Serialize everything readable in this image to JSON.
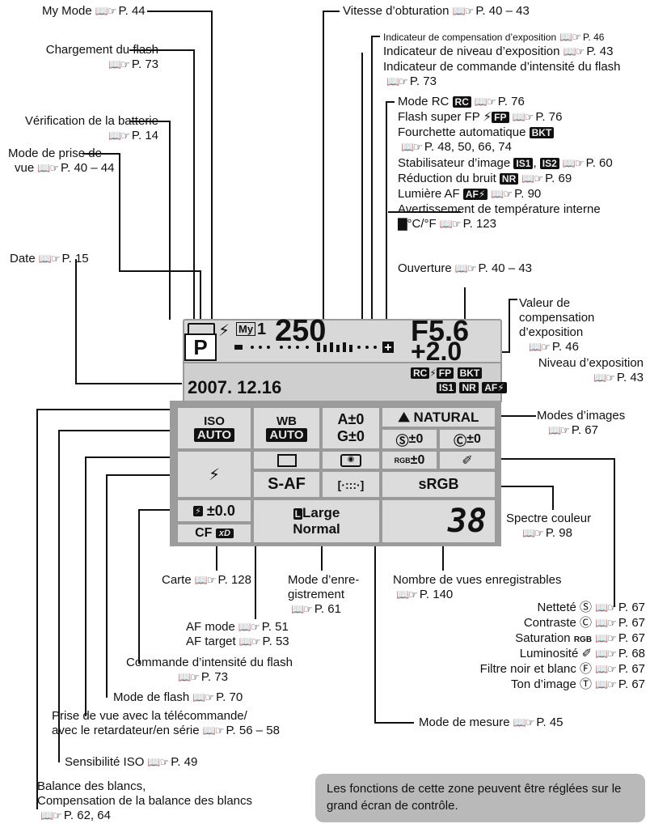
{
  "ref_icon": "📖☞",
  "labels": {
    "my_mode": "My Mode",
    "my_mode_ref": "P. 44",
    "flash_charge": "Chargement du flash",
    "flash_charge_ref": "P. 73",
    "battery": "Vérification de la batterie",
    "battery_ref": "P. 14",
    "shoot_mode_1": "Mode de prise de",
    "shoot_mode_2": "vue",
    "shoot_mode_ref": "P. 40 – 44",
    "date": "Date",
    "date_ref": "P. 15",
    "shutter": "Vitesse d’obturation",
    "shutter_ref": "P. 40 – 43",
    "exp_comp_ind": "Indicateur de compensation d’exposition",
    "exp_comp_ind_ref": "P. 46",
    "exp_level_ind": "Indicateur de niveau d’exposition",
    "exp_level_ind_ref": "P. 43",
    "flash_int_ind": "Indicateur de commande d’intensité du flash",
    "flash_int_ind_ref": "P. 73",
    "rc_mode": "Mode RC",
    "rc_mode_ref": "P. 76",
    "super_fp": "Flash super FP",
    "super_fp_ref": "P. 76",
    "bkt": "Fourchette automatique",
    "bkt_ref": "P. 48, 50, 66, 74",
    "is": "Stabilisateur d’image",
    "is_ref": "P. 60",
    "nr": "Réduction du bruit",
    "nr_ref": "P. 69",
    "af_light": "Lumière AF",
    "af_light_ref": "P. 90",
    "temp_warn": "Avertissement de température interne",
    "temp_unit": "°C/°F",
    "temp_warn_ref": "P. 123",
    "aperture": "Ouverture",
    "aperture_ref": "P. 40 – 43",
    "exp_val_1": "Valeur de",
    "exp_val_2": "compensation",
    "exp_val_3": "d’exposition",
    "exp_val_ref": "P. 46",
    "exp_level": "Niveau d’exposition",
    "exp_level_ref": "P. 43",
    "picture_modes": "Modes d’images",
    "picture_modes_ref": "P. 67",
    "color_space": "Spectre couleur",
    "color_space_ref": "P. 98",
    "card": "Carte",
    "card_ref": "P. 128",
    "rec_mode_1": "Mode d’enre-",
    "rec_mode_2": "gistrement",
    "rec_mode_ref": "P. 61",
    "frames": "Nombre de vues enregistrables",
    "frames_ref": "P. 140",
    "af_mode": "AF mode",
    "af_mode_ref": "P. 51",
    "af_target": "AF target",
    "af_target_ref": "P. 53",
    "flash_int": "Commande d’intensité du flash",
    "flash_int_ref": "P. 73",
    "flash_mode": "Mode de flash",
    "flash_mode_ref": "P. 70",
    "drive_1": "Prise de vue avec la télécommande/",
    "drive_2": "avec le retardateur/en série",
    "drive_ref": "P. 56 – 58",
    "iso": "Sensibilité ISO",
    "iso_ref": "P. 49",
    "wb_1": "Balance des blancs,",
    "wb_2": "Compensation de la balance des blancs",
    "wb_ref": "P. 62, 64",
    "metering": "Mode de mesure",
    "metering_ref": "P. 45",
    "sharpness": "Netteté",
    "sharpness_ref": "P. 67",
    "contrast": "Contraste",
    "contrast_ref": "P. 67",
    "saturation": "Saturation",
    "saturation_ref": "P. 67",
    "brightness": "Luminosité",
    "brightness_ref": "P. 68",
    "bw_filter": "Filtre noir et blanc",
    "bw_filter_ref": "P. 67",
    "tone": "Ton d’image",
    "tone_ref": "P. 67"
  },
  "icons": {
    "rc": "RC",
    "fp": "FP",
    "bkt": "BKT",
    "is1": "IS1",
    "is2": "IS2",
    "nr": "NR",
    "af": "AF",
    "rgb": "RGB"
  },
  "lcd": {
    "my": "My",
    "my_num": "1",
    "mode": "P",
    "shutter": "250",
    "aperture": "F5.6",
    "exp_comp": "+2.0",
    "date": "2007. 12.16",
    "iso_label": "ISO",
    "iso_val": "AUTO",
    "wb_label": "WB",
    "wb_val": "AUTO",
    "wb_a": "A±0",
    "wb_g": "G±0",
    "picture_mode": "NATURAL",
    "sharp": "±0",
    "contrast": "±0",
    "sat": "±0",
    "af_mode": "S-AF",
    "af_target": "[·:::·]",
    "color_space": "sRGB",
    "flash_comp": "±0.0",
    "card": "CF",
    "card2": "xD",
    "size": "Large",
    "quality": "Normal",
    "frames": "38"
  },
  "note": "Les fonctions de cette zone peuvent être réglées sur le grand écran de contrôle."
}
